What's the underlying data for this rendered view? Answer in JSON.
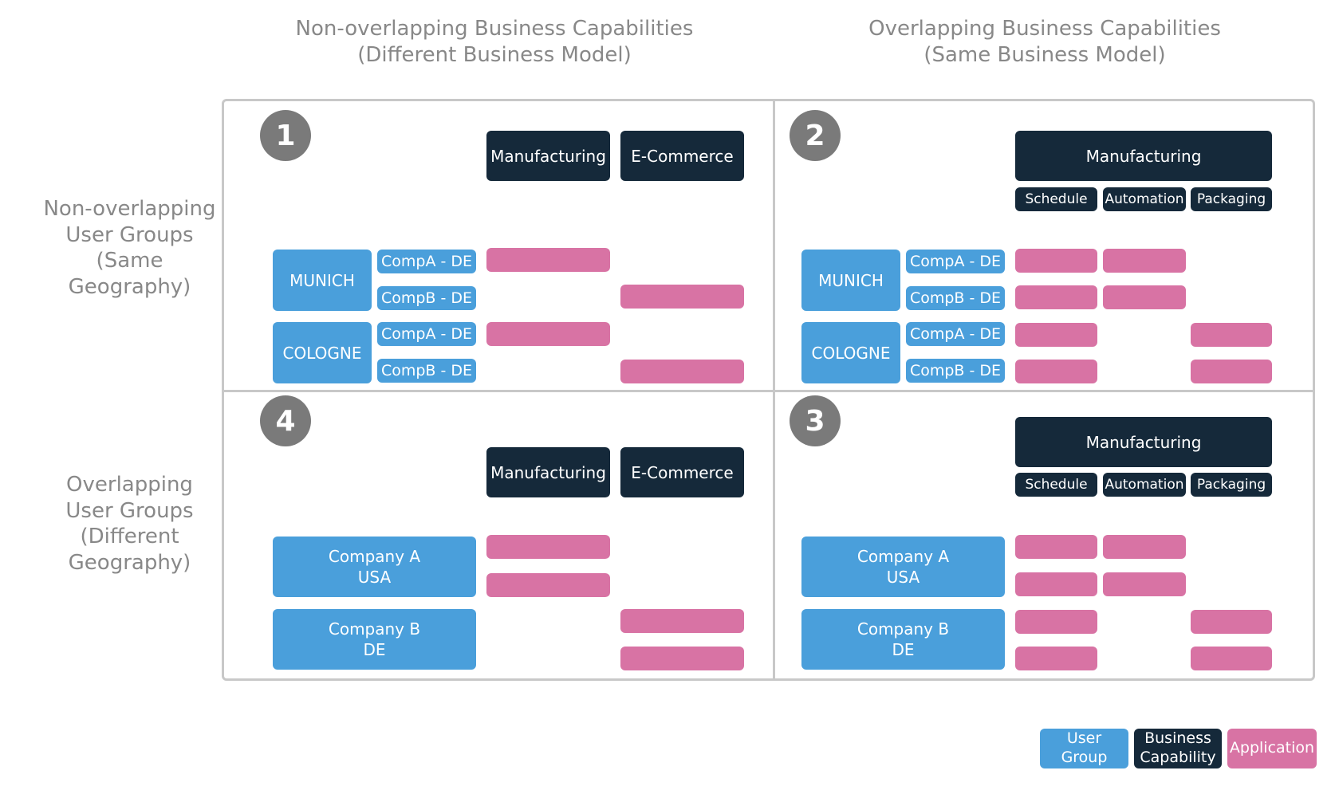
{
  "column_headers": [
    {
      "line1": "Non-overlapping Business Capabilities",
      "line2": "(Different Business Model)"
    },
    {
      "line1": "Overlapping Business Capabilities",
      "line2": "(Same Business Model)"
    }
  ],
  "row_headers": [
    {
      "line1": "Non-overlapping",
      "line2": "User Groups",
      "line3": "(Same",
      "line4": "Geography)"
    },
    {
      "line1": "Overlapping",
      "line2": "User Groups",
      "line3": "(Different",
      "line4": "Geography)"
    }
  ],
  "quadrants": {
    "q1": {
      "number": "1",
      "capabilities": [
        "Manufacturing",
        "E-Commerce"
      ],
      "groups": [
        {
          "name": "MUNICH",
          "subs": [
            "CompA - DE",
            "CompB - DE"
          ]
        },
        {
          "name": "COLOGNE",
          "subs": [
            "CompA - DE",
            "CompB - DE"
          ]
        }
      ]
    },
    "q2": {
      "number": "2",
      "capability": "Manufacturing",
      "sub_capabilities": [
        "Schedule",
        "Automation",
        "Packaging"
      ],
      "groups": [
        {
          "name": "MUNICH",
          "subs": [
            "CompA - DE",
            "CompB - DE"
          ]
        },
        {
          "name": "COLOGNE",
          "subs": [
            "CompA - DE",
            "CompB - DE"
          ]
        }
      ]
    },
    "q3": {
      "number": "3",
      "capability": "Manufacturing",
      "sub_capabilities": [
        "Schedule",
        "Automation",
        "Packaging"
      ],
      "groups": [
        {
          "line1": "Company A",
          "line2": "USA"
        },
        {
          "line1": "Company B",
          "line2": "DE"
        }
      ]
    },
    "q4": {
      "number": "4",
      "capabilities": [
        "Manufacturing",
        "E-Commerce"
      ],
      "groups": [
        {
          "line1": "Company A",
          "line2": "USA"
        },
        {
          "line1": "Company B",
          "line2": "DE"
        }
      ]
    }
  },
  "legend": {
    "user_group": {
      "line1": "User",
      "line2": "Group"
    },
    "business_capability": {
      "line1": "Business",
      "line2": "Capability"
    },
    "application": "Application"
  },
  "colors": {
    "user_group": "#4a9fdb",
    "business_capability": "#15293a",
    "application": "#d873a4",
    "number_badge": "#7a7a7a",
    "grid_lines": "#c8c8c8",
    "header_text": "#888888"
  }
}
